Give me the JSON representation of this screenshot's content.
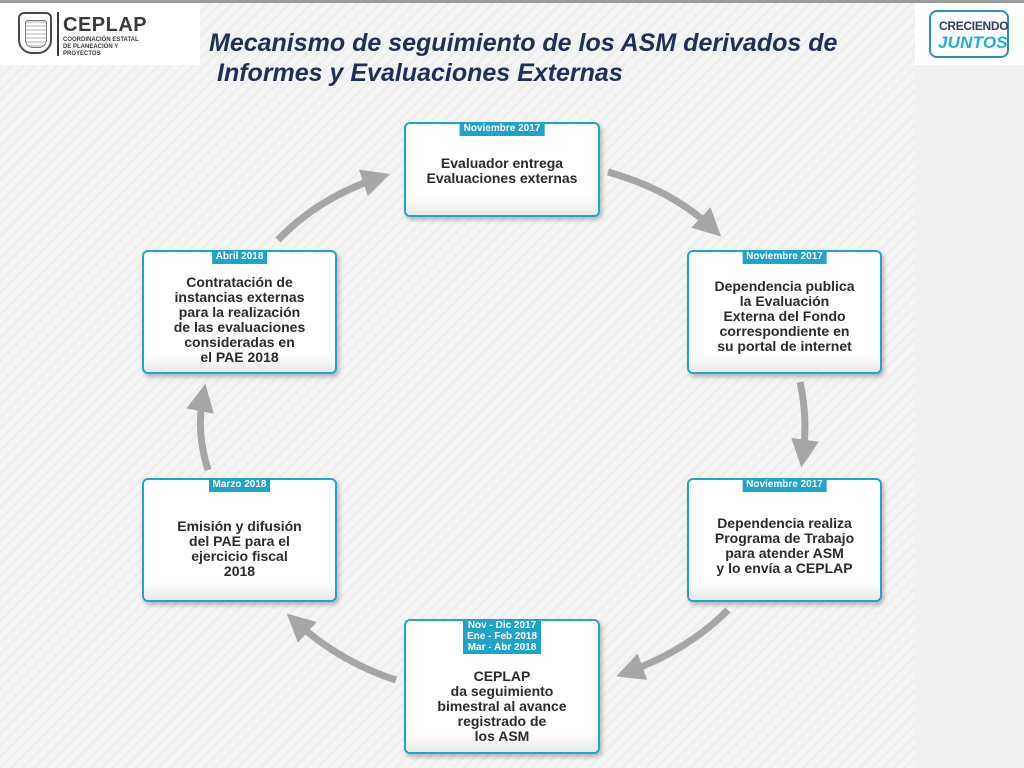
{
  "header": {
    "title_line1": "Mecanismo de seguimiento de los ASM derivados de",
    "title_line2": "Informes y Evaluaciones Externas"
  },
  "logos": {
    "left_name": "CEPLAP",
    "left_subtitle": "COORDINACIÓN ESTATAL DE PLANEACIÓN Y PROYECTOS",
    "right_top": "CRECIENDO",
    "right_bottom": "JUNTOS"
  },
  "cycle": {
    "step1": {
      "date": "Noviembre 2017",
      "line1": "Evaluador entrega",
      "line2": "Evaluaciones externas"
    },
    "step2": {
      "date": "Noviembre 2017",
      "line1": "Dependencia publica",
      "line2": "la Evaluación",
      "line3": "Externa del Fondo",
      "line4": "correspondiente en",
      "line5": "su portal de internet"
    },
    "step3": {
      "date": "Noviembre 2017",
      "line1": "Dependencia realiza",
      "line2": "Programa de Trabajo",
      "line3": "para atender ASM",
      "line4": "y lo envía a CEPLAP"
    },
    "step4": {
      "date_line1": "Nov - Dic 2017",
      "date_line2": "Ene - Feb 2018",
      "date_line3": "Mar - Abr 2018",
      "line1": "CEPLAP",
      "line2": "da seguimiento",
      "line3": "bimestral al avance",
      "line4": "registrado de",
      "line5": "los ASM"
    },
    "step5": {
      "date": "Marzo 2018",
      "line1": "Emisión y difusión",
      "line2": "del PAE para el",
      "line3": "ejercicio fiscal",
      "line4": "2018"
    },
    "step6": {
      "date": "Abril 2018",
      "line1": "Contratación de",
      "line2": "instancias externas",
      "line3": "para la realización",
      "line4": "de las evaluaciones",
      "line5": "consideradas en",
      "line6": "el PAE 2018"
    }
  },
  "colors": {
    "box_border": "#22a6c8",
    "date_tab": "#1fa3c9",
    "title": "#1f2f5a",
    "arrow": "#a6a6a6"
  }
}
